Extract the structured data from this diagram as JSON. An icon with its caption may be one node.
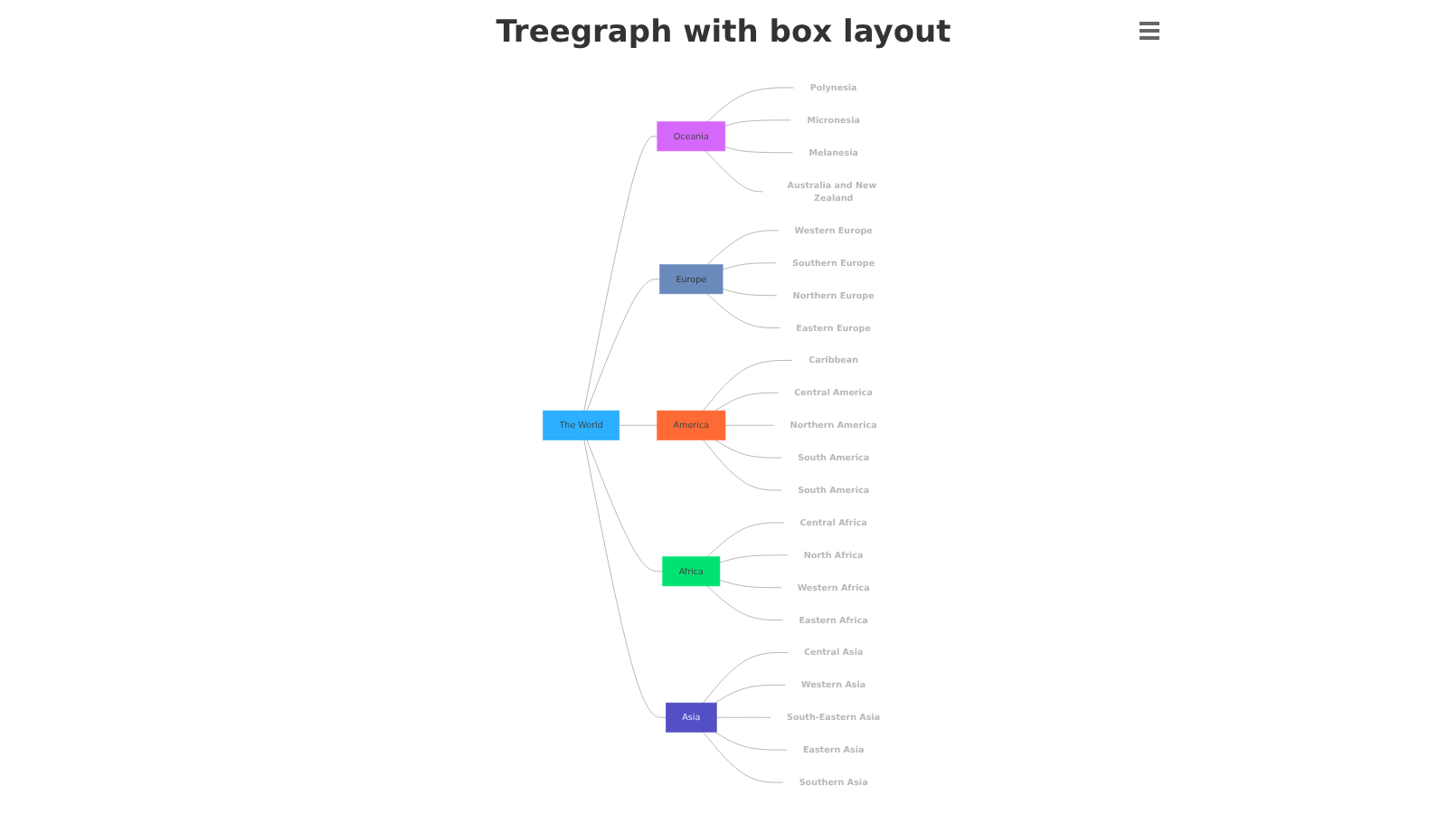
{
  "diagram": {
    "title": "Treegraph with box layout",
    "nodes": [
      {
        "text": [
          "The World"
        ]
      },
      {
        "text": [
          "Oceania"
        ]
      },
      {
        "text": [
          "Europe"
        ]
      },
      {
        "text": [
          "America"
        ]
      },
      {
        "text": [
          "Africa"
        ]
      },
      {
        "text": [
          "Asia"
        ]
      },
      {
        "text": [
          "Polynesia"
        ]
      },
      {
        "text": [
          "Micronesia"
        ]
      },
      {
        "text": [
          "Melanesia"
        ]
      },
      {
        "text": [
          "Australia and New Zealand"
        ]
      },
      {
        "text": [
          "Western Europe"
        ]
      },
      {
        "text": [
          "Southern Europe"
        ]
      },
      {
        "text": [
          "Northern Europe"
        ]
      },
      {
        "text": [
          "Eastern Europe"
        ]
      },
      {
        "text": [
          "Caribbean"
        ]
      },
      {
        "text": [
          "Central America"
        ]
      },
      {
        "text": [
          "Northern America"
        ]
      },
      {
        "text": [
          "South America"
        ]
      },
      {
        "text": [
          "South America"
        ]
      },
      {
        "text": [
          "Central Africa"
        ]
      },
      {
        "text": [
          "North Africa"
        ]
      },
      {
        "text": [
          "Western Africa"
        ]
      },
      {
        "text": [
          "Eastern Africa"
        ]
      },
      {
        "text": [
          "Central Asia"
        ]
      },
      {
        "text": [
          "Western Asia"
        ]
      },
      {
        "text": [
          "South-Eastern Asia"
        ]
      },
      {
        "text": [
          "Eastern Asia"
        ]
      },
      {
        "text": [
          "Southern Asia"
        ]
      }
    ],
    "edges": [
      {
        "from": 0,
        "to": 1,
        "arrow": "none"
      },
      {
        "from": 0,
        "to": 2,
        "arrow": "none"
      },
      {
        "from": 0,
        "to": 3,
        "arrow": "none"
      },
      {
        "from": 0,
        "to": 4,
        "arrow": "none"
      },
      {
        "from": 0,
        "to": 5,
        "arrow": "none"
      },
      {
        "from": 1,
        "to": 6,
        "arrow": "none"
      },
      {
        "from": 1,
        "to": 7,
        "arrow": "none"
      },
      {
        "from": 1,
        "to": 8,
        "arrow": "none"
      },
      {
        "from": 1,
        "to": 9,
        "arrow": "none"
      },
      {
        "from": 2,
        "to": 10,
        "arrow": "none"
      },
      {
        "from": 2,
        "to": 11,
        "arrow": "none"
      },
      {
        "from": 2,
        "to": 12,
        "arrow": "none"
      },
      {
        "from": 2,
        "to": 13,
        "arrow": "none"
      },
      {
        "from": 3,
        "to": 14,
        "arrow": "none"
      },
      {
        "from": 3,
        "to": 15,
        "arrow": "none"
      },
      {
        "from": 3,
        "to": 16,
        "arrow": "none"
      },
      {
        "from": 3,
        "to": 17,
        "arrow": "none"
      },
      {
        "from": 3,
        "to": 18,
        "arrow": "none"
      },
      {
        "from": 4,
        "to": 19,
        "arrow": "none"
      },
      {
        "from": 4,
        "to": 20,
        "arrow": "none"
      },
      {
        "from": 4,
        "to": 21,
        "arrow": "none"
      },
      {
        "from": 4,
        "to": 22,
        "arrow": "none"
      },
      {
        "from": 5,
        "to": 23,
        "arrow": "none"
      },
      {
        "from": 5,
        "to": 24,
        "arrow": "none"
      },
      {
        "from": 5,
        "to": 25,
        "arrow": "none"
      },
      {
        "from": 5,
        "to": 26,
        "arrow": "none"
      },
      {
        "from": 5,
        "to": 27,
        "arrow": "none"
      }
    ]
  }
}
